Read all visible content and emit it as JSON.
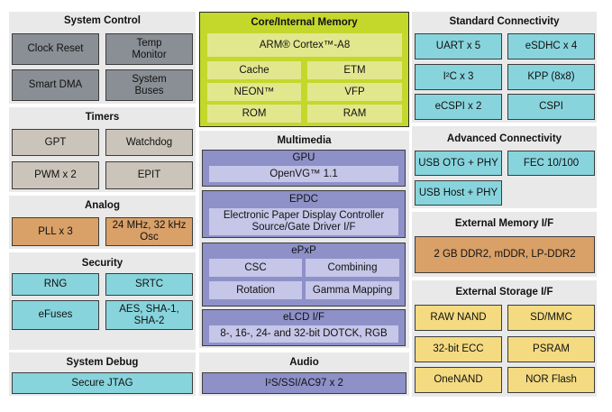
{
  "system_control": {
    "title": "System Control",
    "items": [
      "Clock Reset",
      "Temp Monitor",
      "Smart DMA",
      "System Buses"
    ]
  },
  "timers": {
    "title": "Timers",
    "items": [
      "GPT",
      "Watchdog",
      "PWM x 2",
      "EPIT"
    ]
  },
  "analog": {
    "title": "Analog",
    "items": [
      "PLL x 3",
      "24 MHz, 32 kHz Osc"
    ]
  },
  "security": {
    "title": "Security",
    "items": [
      "RNG",
      "SRTC",
      "eFuses",
      "AES, SHA-1, SHA-2"
    ]
  },
  "system_debug": {
    "title": "System Debug",
    "items": [
      "Secure JTAG"
    ]
  },
  "core": {
    "title": "Core/Internal Memory",
    "cpu": "ARM® Cortex™-A8",
    "items": [
      "Cache",
      "ETM",
      "NEON™",
      "VFP",
      "ROM",
      "RAM"
    ]
  },
  "multimedia": {
    "title": "Multimedia",
    "gpu": {
      "title": "GPU",
      "detail": "OpenVG™ 1.1"
    },
    "epdc": {
      "title": "EPDC",
      "detail_line1": "Electronic Paper Display Controller",
      "detail_line2": "Source/Gate Driver I/F"
    },
    "epxp": {
      "title": "ePxP",
      "items": [
        "CSC",
        "Combining",
        "Rotation",
        "Gamma Mapping"
      ]
    },
    "elcd": {
      "title": "eLCD I/F",
      "detail": "8-, 16-, 24- and 32-bit DOTCK, RGB"
    }
  },
  "audio": {
    "title": "Audio",
    "items": [
      "I²S/SSI/AC97 x 2"
    ]
  },
  "standard_connectivity": {
    "title": "Standard Connectivity",
    "items": [
      "UART x 5",
      "eSDHC x 4",
      "I²C x 3",
      "KPP (8x8)",
      "eCSPI x 2",
      "CSPI"
    ]
  },
  "advanced_connectivity": {
    "title": "Advanced Connectivity",
    "items": [
      "USB OTG + PHY",
      "FEC 10/100",
      "USB Host + PHY"
    ]
  },
  "external_memory": {
    "title": "External Memory I/F",
    "items": [
      "2 GB DDR2, mDDR, LP-DDR2"
    ]
  },
  "external_storage": {
    "title": "External Storage I/F",
    "items": [
      "RAW NAND",
      "SD/MMC",
      "32-bit ECC",
      "PSRAM",
      "OneNAND",
      "NOR Flash"
    ]
  },
  "colors": {
    "system_control": "#8a8f95",
    "timers": "#cbc4ba",
    "analog": "#d9a068",
    "security": "#88d4dd",
    "core": "#c4d82c",
    "multimedia": "#8e90c8",
    "external_storage": "#f4da80"
  }
}
